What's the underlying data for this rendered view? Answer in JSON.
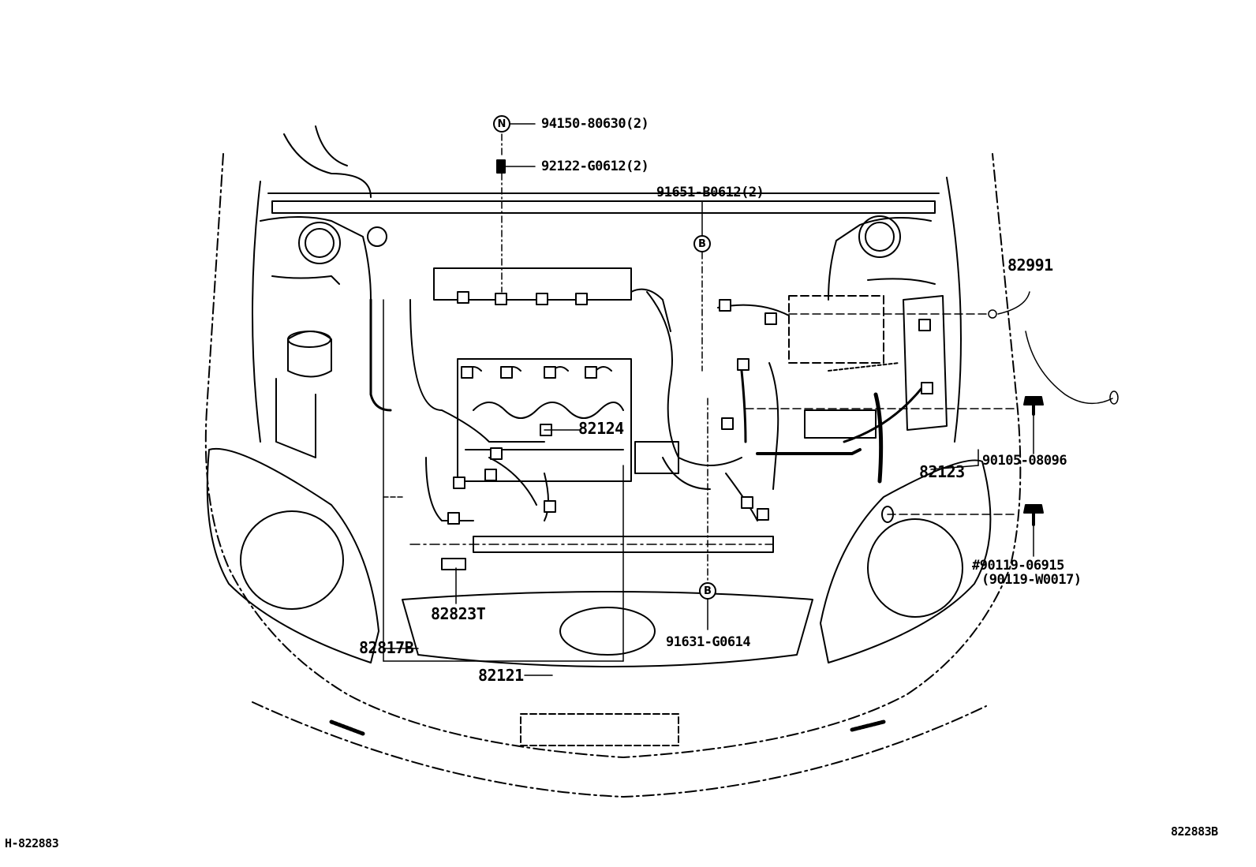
{
  "diagram": {
    "figure_id": "H-822883",
    "figure_code": "822883B",
    "callouts": {
      "n_marker": "N",
      "b_marker_top": "B",
      "b_marker_bottom": "B"
    },
    "parts": {
      "p94150": "94150-80630(2)",
      "p92122": "92122-G0612(2)",
      "p91651": "91651-B0612(2)",
      "p82991": "82991",
      "p82124": "82124",
      "p90105": "90105-08096",
      "p82123": "82123",
      "p90119": "#90119-06915",
      "p90119alt": "(90119-W0017)",
      "p91631": "91631-G0614",
      "p82823": "82823T",
      "p82817": "82817B",
      "p82121": "82121"
    }
  }
}
